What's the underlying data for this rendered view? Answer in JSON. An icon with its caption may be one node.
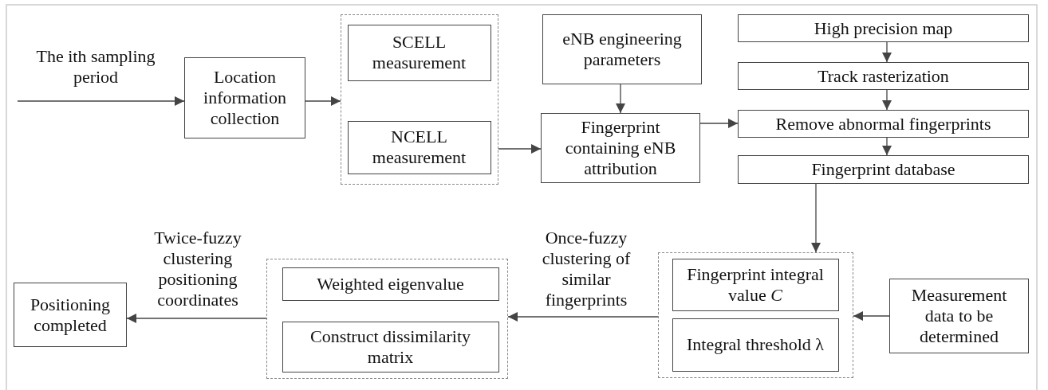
{
  "diagram": {
    "nodes": [
      {
        "text": [
          "Location information collection"
        ]
      },
      {
        "text": [],
        "shape": "box"
      },
      {
        "text": [
          "SCELL measurement"
        ],
        "in": 1
      },
      {
        "text": [
          "NCELL measurement"
        ],
        "in": 1
      },
      {
        "text": [
          "eNB engineering parameters"
        ]
      },
      {
        "text": [
          "Fingerprint containing eNB attribution"
        ]
      },
      {
        "text": [
          "High precision map"
        ]
      },
      {
        "text": [
          "Track rasterization"
        ]
      },
      {
        "text": [
          "Remove abnormal fingerprints"
        ]
      },
      {
        "text": [
          "Fingerprint database"
        ]
      },
      {
        "text": [],
        "shape": "box"
      },
      {
        "text": [
          "Fingerprint integral value *C*"
        ],
        "in": 10
      },
      {
        "text": [
          "Integral threshold λ"
        ],
        "in": 10
      },
      {
        "text": [
          "Measurement data to be determined"
        ]
      },
      {
        "text": [],
        "shape": "box"
      },
      {
        "text": [
          "Weighted eigenvalue"
        ],
        "in": 14
      },
      {
        "text": [
          "Construct dissimilarity matrix"
        ],
        "in": 14
      },
      {
        "text": [
          "Positioning completed"
        ]
      }
    ],
    "edges": [
      {
        "from": null,
        "to": 0,
        "arrow": "to",
        "label": "The ith sampling period"
      },
      {
        "from": 0,
        "to": 1,
        "arrow": "to"
      },
      {
        "from": 1,
        "to": 5,
        "arrow": "to"
      },
      {
        "from": 4,
        "to": 5,
        "arrow": "to"
      },
      {
        "from": 5,
        "to": 8,
        "arrow": "to"
      },
      {
        "from": 6,
        "to": 7,
        "arrow": "to"
      },
      {
        "from": 7,
        "to": 8,
        "arrow": "to"
      },
      {
        "from": 8,
        "to": 9,
        "arrow": "to"
      },
      {
        "from": 9,
        "to": 10,
        "arrow": "to"
      },
      {
        "from": 13,
        "to": 10,
        "arrow": "to"
      },
      {
        "from": 10,
        "to": 14,
        "arrow": "to",
        "label": "Once-fuzzy clustering of similar fingerprints"
      },
      {
        "from": 14,
        "to": 17,
        "arrow": "to",
        "label": "Twice-fuzzy clustering positioning coordinates"
      }
    ]
  }
}
